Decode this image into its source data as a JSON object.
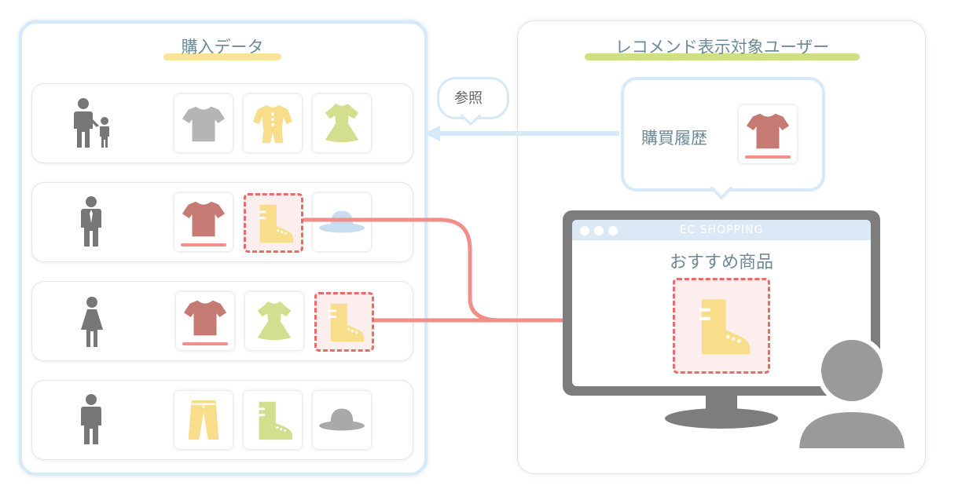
{
  "left_panel": {
    "title": "購入データ"
  },
  "right_panel": {
    "title": "レコメンド表示対象ユーザー"
  },
  "reference_bubble": {
    "label": "参照"
  },
  "history_bubble": {
    "label": "購買履歴"
  },
  "monitor": {
    "header": "EC SHOPPING",
    "heading": "おすすめ商品"
  },
  "colors": {
    "left_title_highlight": "#fbe49a",
    "right_title_highlight": "#cfdf84",
    "accent_red": "#f08f8a",
    "highlight_dash": "#e86b6b",
    "light_blue": "#d6e9f8",
    "person_gray": "#777777"
  },
  "rows": [
    {
      "person": "parent-child-icon",
      "items": [
        "tshirt-gray-icon",
        "baby-romper-icon",
        "dress-green-icon"
      ]
    },
    {
      "person": "man-suit-icon",
      "items": [
        "tshirt-red-icon",
        "boot-yellow-icon",
        "hat-blue-icon"
      ]
    },
    {
      "person": "woman-icon",
      "items": [
        "tshirt-red-icon",
        "dress-green-icon",
        "boot-yellow-icon"
      ]
    },
    {
      "person": "man-icon",
      "items": [
        "pants-yellow-icon",
        "boot-green-icon",
        "hat-gray-icon"
      ]
    }
  ]
}
